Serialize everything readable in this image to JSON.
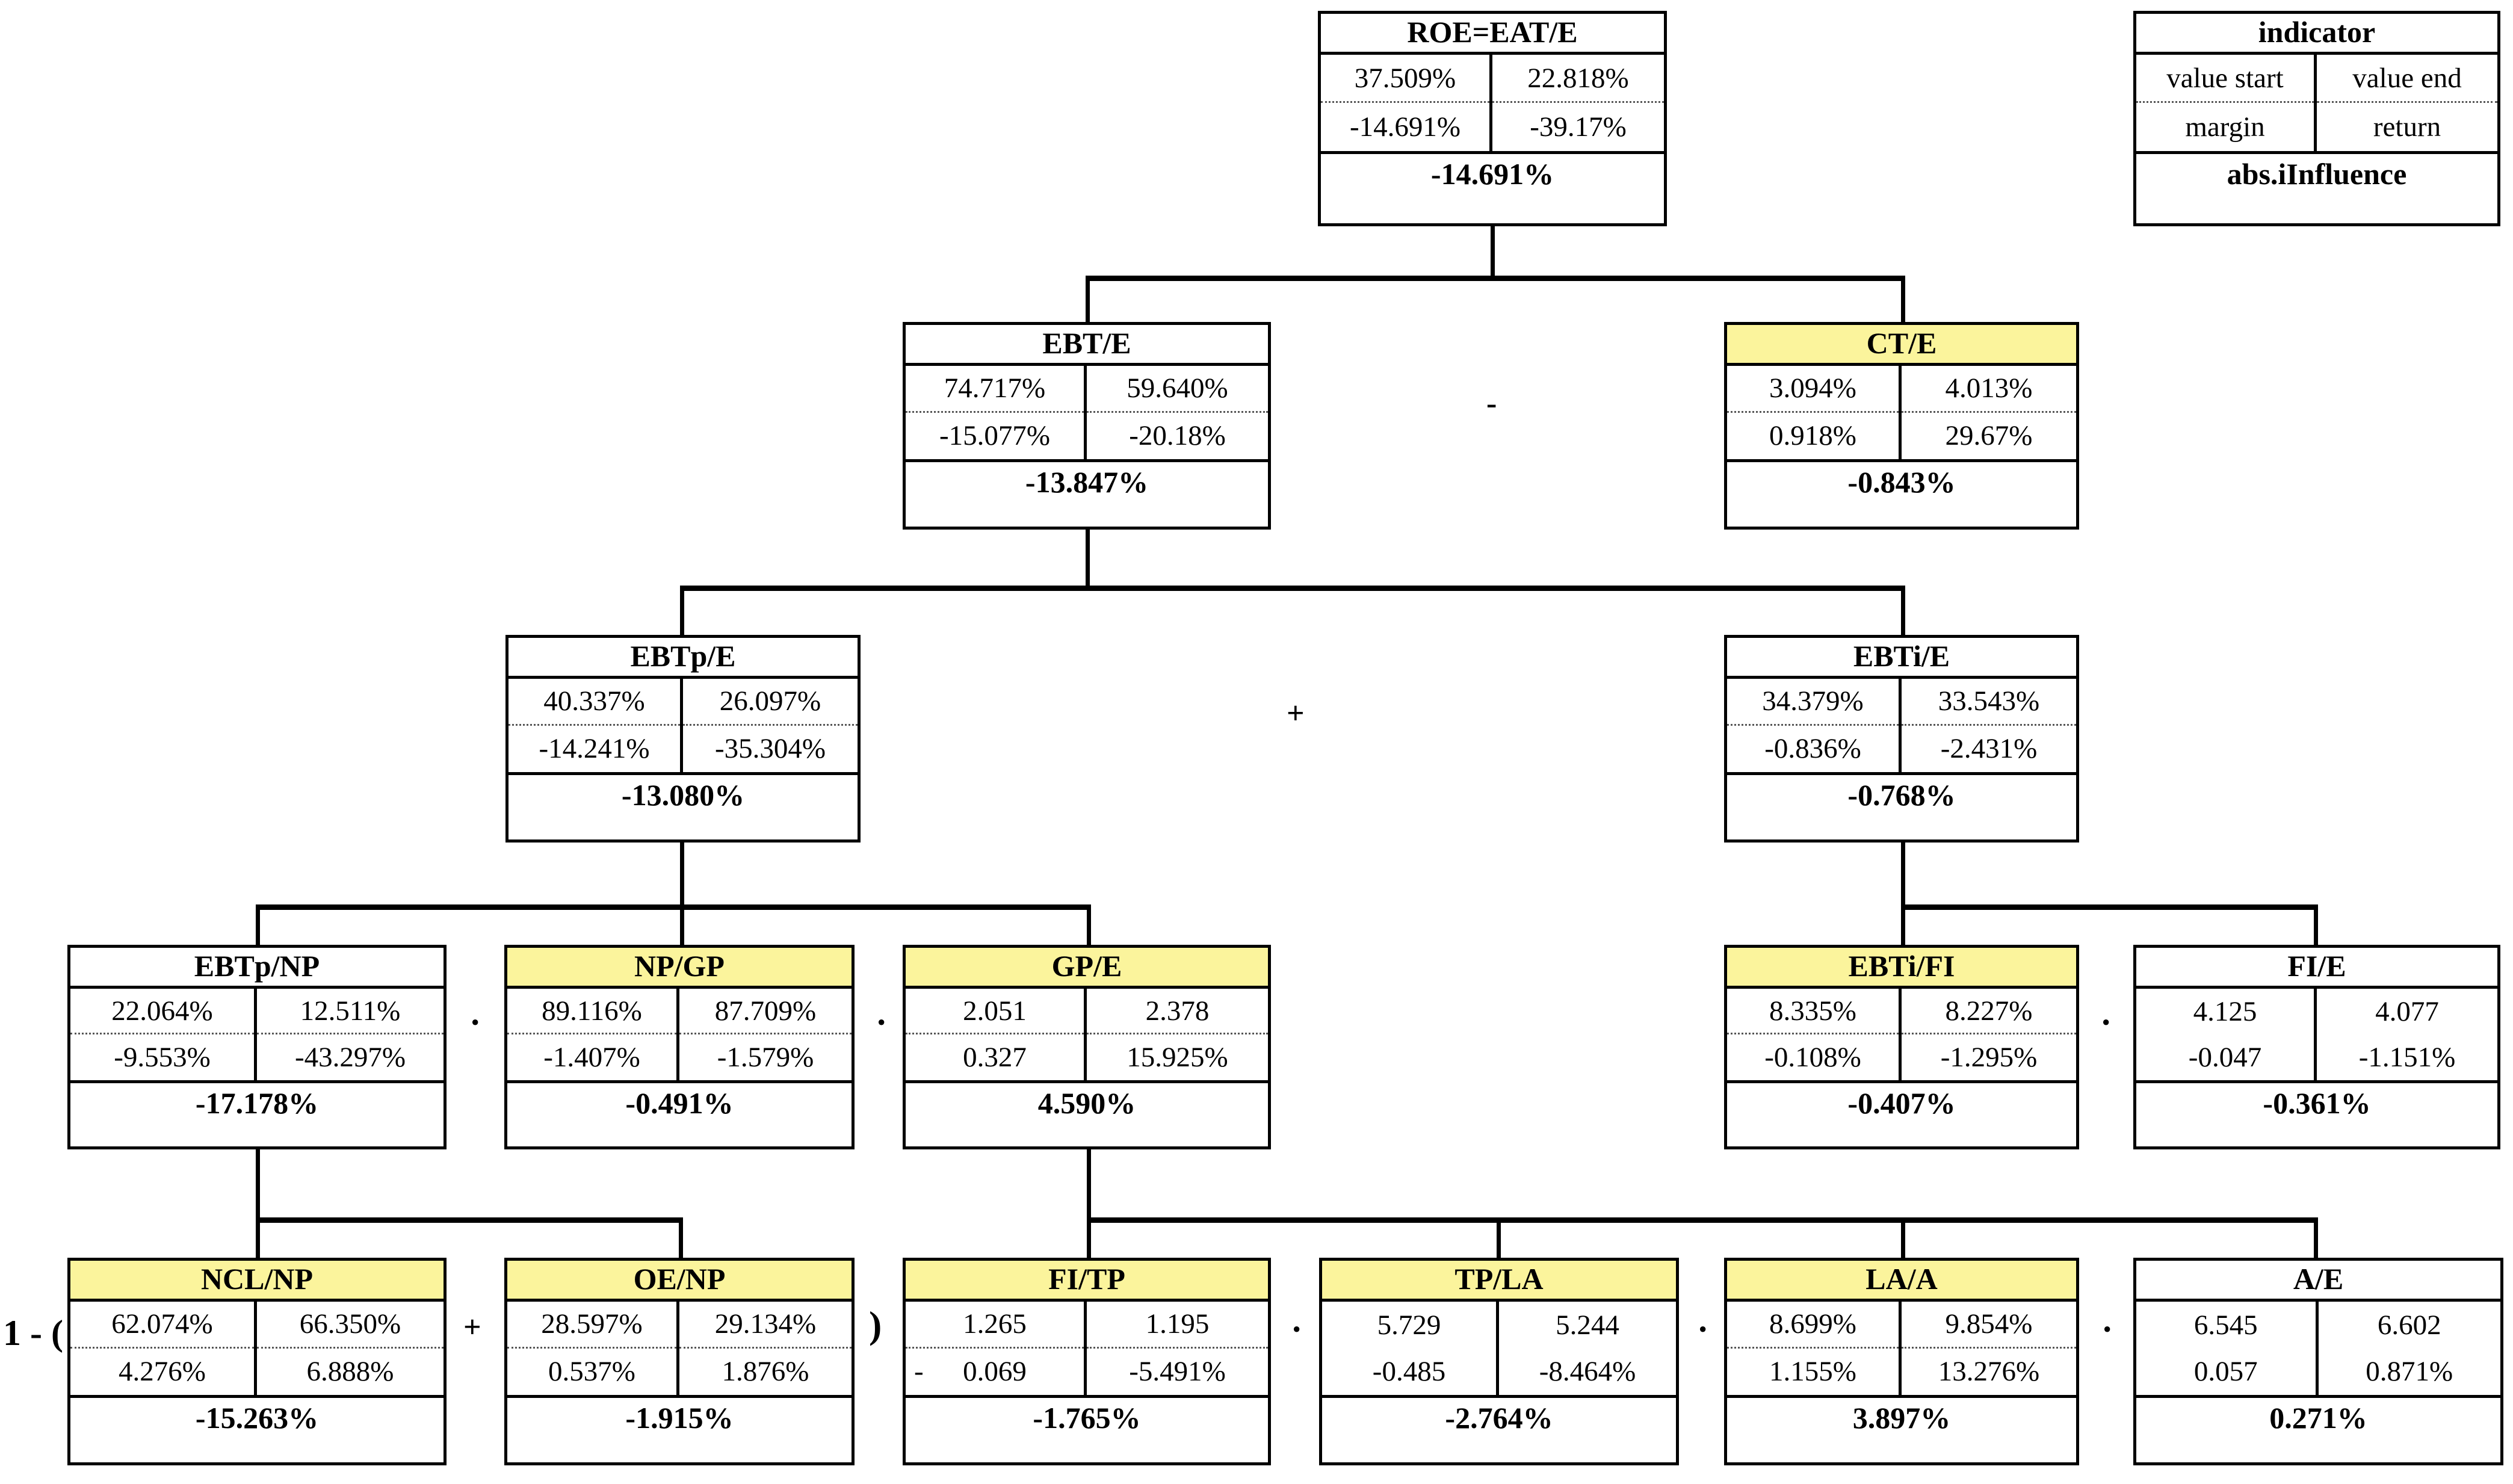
{
  "legend": {
    "title": "indicator",
    "value_start": "value start",
    "value_end": "value end",
    "margin": "margin",
    "return": "return",
    "influence": "abs.iInfluence"
  },
  "colors": {
    "highlight": "#FBF49C",
    "line": "#000000",
    "background": "#FFFFFF"
  },
  "operators": {
    "minus_row2": "-",
    "plus_row3": "+",
    "dot_ebtpnp_npgp": "·",
    "dot_npgp_gpe": "·",
    "dot_ebtifi_fie": "·",
    "prefix_one_minus_paren": "1 - (",
    "plus_ncl_oe": "+",
    "close_paren": ")",
    "dot_fitp_tpla": "·",
    "dot_tpla_laa": "·",
    "dot_laa_ae": "·"
  },
  "nodes": {
    "roe": {
      "title": "ROE=EAT/E",
      "value_start": "37.509%",
      "value_end": "22.818%",
      "margin": "-14.691%",
      "return": "-39.17%",
      "influence": "-14.691%",
      "highlight": false
    },
    "ebt_e": {
      "title": "EBT/E",
      "value_start": "74.717%",
      "value_end": "59.640%",
      "margin": "-15.077%",
      "return": "-20.18%",
      "influence": "-13.847%",
      "highlight": false
    },
    "ct_e": {
      "title": "CT/E",
      "value_start": "3.094%",
      "value_end": "4.013%",
      "margin": "0.918%",
      "return": "29.67%",
      "influence": "-0.843%",
      "highlight": true
    },
    "ebtp_e": {
      "title": "EBTp/E",
      "value_start": "40.337%",
      "value_end": "26.097%",
      "margin": "-14.241%",
      "return": "-35.304%",
      "influence": "-13.080%",
      "highlight": false
    },
    "ebti_e": {
      "title": "EBTi/E",
      "value_start": "34.379%",
      "value_end": "33.543%",
      "margin": "-0.836%",
      "return": "-2.431%",
      "influence": "-0.768%",
      "highlight": false
    },
    "ebtp_np": {
      "title": "EBTp/NP",
      "value_start": "22.064%",
      "value_end": "12.511%",
      "margin": "-9.553%",
      "return": "-43.297%",
      "influence": "-17.178%",
      "highlight": false
    },
    "np_gp": {
      "title": "NP/GP",
      "value_start": "89.116%",
      "value_end": "87.709%",
      "margin": "-1.407%",
      "return": "-1.579%",
      "influence": "-0.491%",
      "highlight": true
    },
    "gp_e": {
      "title": "GP/E",
      "value_start": "2.051",
      "value_end": "2.378",
      "margin": "0.327",
      "return": "15.925%",
      "influence": "4.590%",
      "highlight": true
    },
    "ebti_fi": {
      "title": "EBTi/FI",
      "value_start": "8.335%",
      "value_end": "8.227%",
      "margin": "-0.108%",
      "return": "-1.295%",
      "influence": "-0.407%",
      "highlight": true
    },
    "fi_e": {
      "title": "FI/E",
      "value_start": "4.125",
      "value_end": "4.077",
      "margin": "-0.047",
      "return": "-1.151%",
      "influence": "-0.361%",
      "highlight": false
    },
    "ncl_np": {
      "title": "NCL/NP",
      "value_start": "62.074%",
      "value_end": "66.350%",
      "margin": "4.276%",
      "return": "6.888%",
      "influence": "-15.263%",
      "highlight": true
    },
    "oe_np": {
      "title": "OE/NP",
      "value_start": "28.597%",
      "value_end": "29.134%",
      "margin": "0.537%",
      "return": "1.876%",
      "influence": "-1.915%",
      "highlight": true
    },
    "fi_tp": {
      "title": "FI/TP",
      "value_start": "1.265",
      "value_end": "1.195",
      "margin": "0.069",
      "margin_prefix": "-",
      "return": "-5.491%",
      "influence": "-1.765%",
      "highlight": true
    },
    "tp_la": {
      "title": "TP/LA",
      "value_start": "5.729",
      "value_end": "5.244",
      "margin": "-0.485",
      "return": "-8.464%",
      "influence": "-2.764%",
      "highlight": true
    },
    "la_a": {
      "title": "LA/A",
      "value_start": "8.699%",
      "value_end": "9.854%",
      "margin": "1.155%",
      "return": "13.276%",
      "influence": "3.897%",
      "highlight": true
    },
    "a_e": {
      "title": "A/E",
      "value_start": "6.545",
      "value_end": "6.602",
      "margin": "0.057",
      "return": "0.871%",
      "influence": "0.271%",
      "highlight": false
    }
  }
}
